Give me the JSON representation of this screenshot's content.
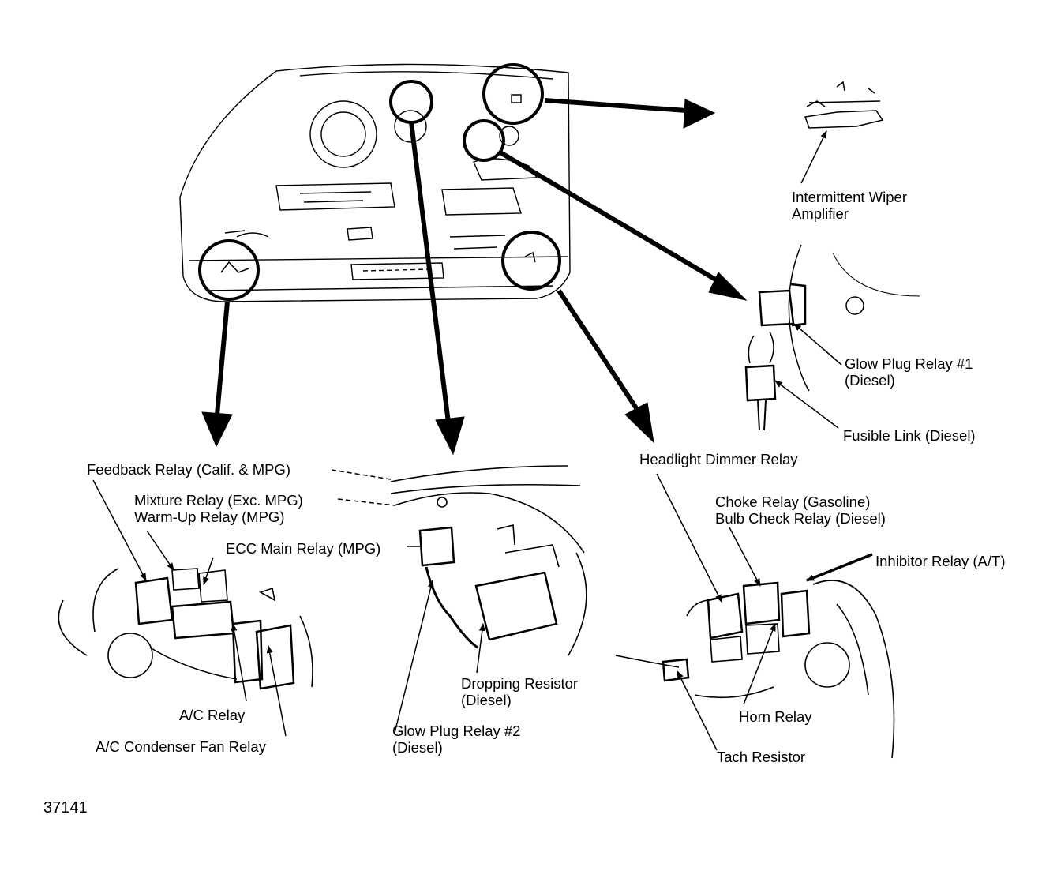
{
  "labels": {
    "intermittent_wiper_amplifier_1": "Intermittent Wiper",
    "intermittent_wiper_amplifier_2": "Amplifier",
    "glow_plug_relay_1_a": "Glow Plug Relay #1",
    "glow_plug_relay_1_b": "(Diesel)",
    "fusible_link": "Fusible Link (Diesel)",
    "headlight_dimmer_relay": "Headlight Dimmer Relay",
    "choke_relay": "Choke Relay (Gasoline)",
    "bulb_check_relay": "Bulb Check Relay (Diesel)",
    "inhibitor_relay": "Inhibitor Relay (A/T)",
    "horn_relay": "Horn Relay",
    "tach_resistor": "Tach Resistor",
    "feedback_relay": "Feedback Relay (Calif. & MPG)",
    "mixture_relay": "Mixture Relay (Exc. MPG)",
    "warm_up_relay": "Warm-Up Relay (MPG)",
    "ecc_main_relay": "ECC Main Relay (MPG)",
    "ac_relay": "A/C Relay",
    "ac_condenser_fan_relay": "A/C Condenser Fan Relay",
    "glow_plug_relay_2_a": "Glow Plug Relay #2",
    "glow_plug_relay_2_b": "(Diesel)",
    "dropping_resistor_a": "Dropping Resistor",
    "dropping_resistor_b": "(Diesel)"
  },
  "figure_number": "37141"
}
